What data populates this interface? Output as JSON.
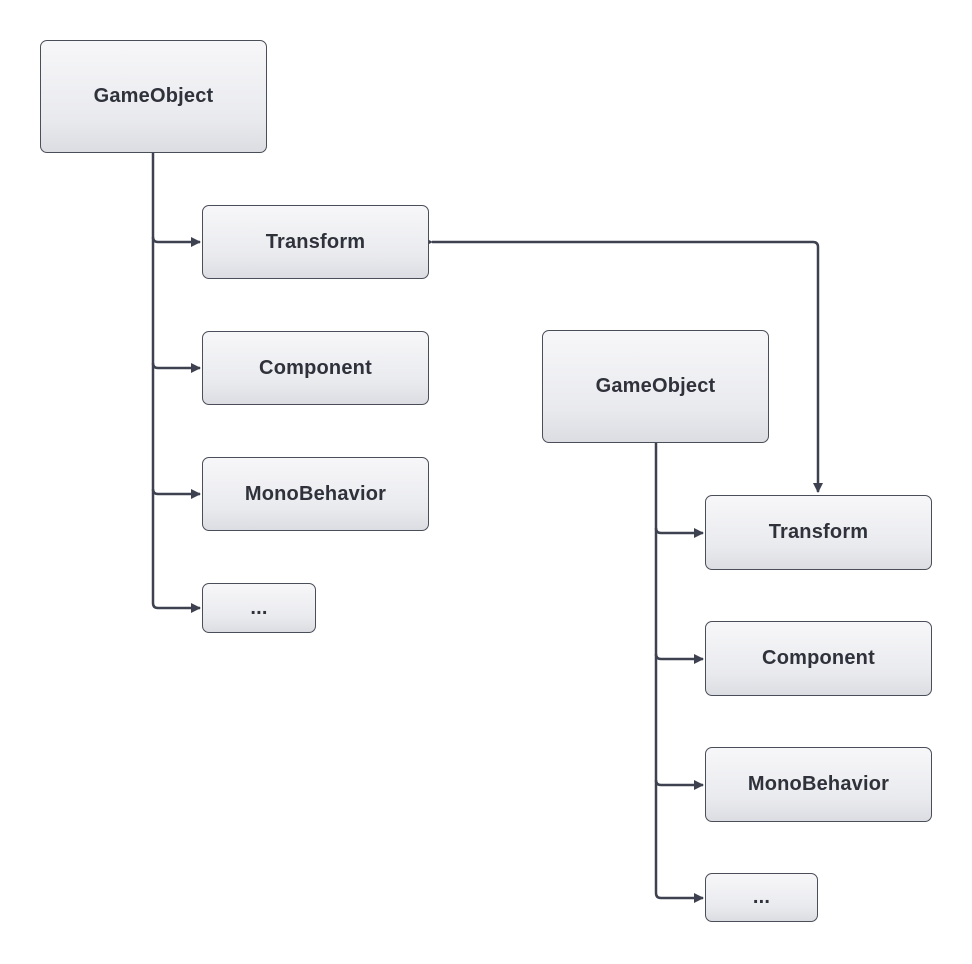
{
  "diagram": {
    "colors": {
      "edge": "#3e4250",
      "node_border": "#4a4e58",
      "node_text": "#2f323b"
    },
    "left_tree": {
      "root": "GameObject",
      "children": [
        "Transform",
        "Component",
        "MonoBehavior",
        "..."
      ]
    },
    "right_tree": {
      "root": "GameObject",
      "children": [
        "Transform",
        "Component",
        "MonoBehavior",
        "..."
      ]
    }
  }
}
